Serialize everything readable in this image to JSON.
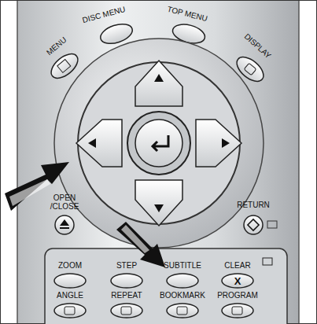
{
  "diagram": {
    "labels": [
      "MENU",
      "DISC MENU",
      "TOP MENU",
      "DISPLAY",
      "OPEN /CLOSE",
      "RETURN",
      "ZOOM",
      "STEP",
      "SUBTITLE",
      "CLEAR",
      "ANGLE",
      "REPEAT",
      "BOOKMARK",
      "PROGRAM",
      "X"
    ]
  }
}
